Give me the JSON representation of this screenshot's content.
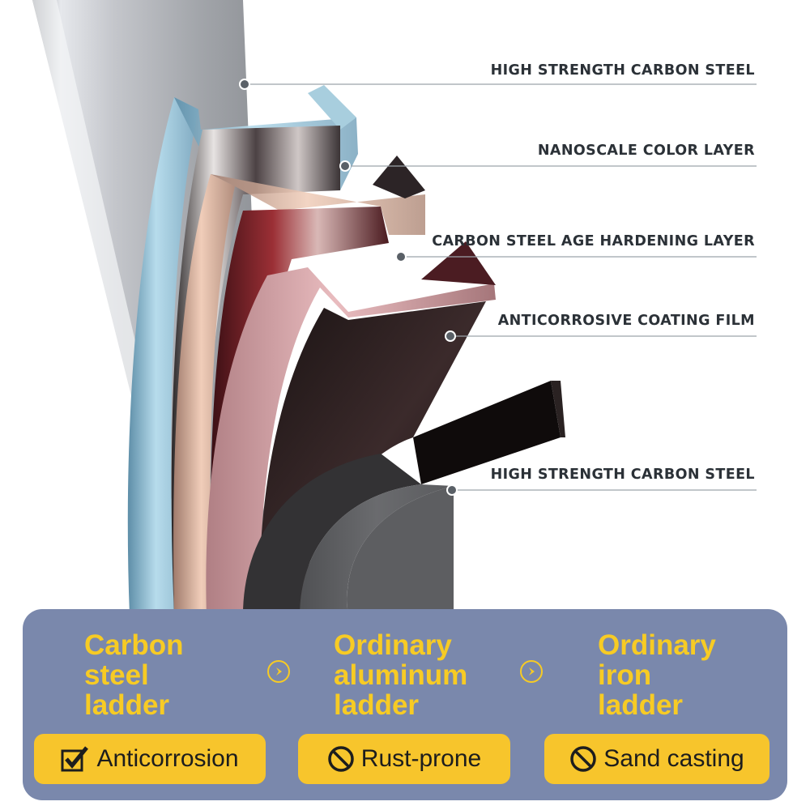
{
  "layer_labels": [
    "HIGH STRENGTH CARBON STEEL",
    "NANOSCALE COLOR LAYER",
    "CARBON STEEL AGE HARDENING LAYER",
    "ANTICORROSIVE COATING FILM",
    "HIGH STRENGTH CARBON STEEL"
  ],
  "comparison": [
    {
      "title_lines": [
        "Carbon",
        "steel",
        "ladder"
      ],
      "badge_text": "Anticorrosion",
      "badge_icon": "check-box-icon"
    },
    {
      "title_lines": [
        "Ordinary",
        "aluminum",
        "ladder"
      ],
      "badge_text": "Rust-prone",
      "badge_icon": "prohibited-icon"
    },
    {
      "title_lines": [
        "Ordinary",
        "iron",
        "ladder"
      ],
      "badge_text": "Sand casting",
      "badge_icon": "prohibited-icon"
    }
  ],
  "colors": {
    "panel": "#7a88ac",
    "title_yellow": "#f7cb24",
    "badge_yellow": "#f7c52c",
    "label_text": "#2b3137"
  }
}
